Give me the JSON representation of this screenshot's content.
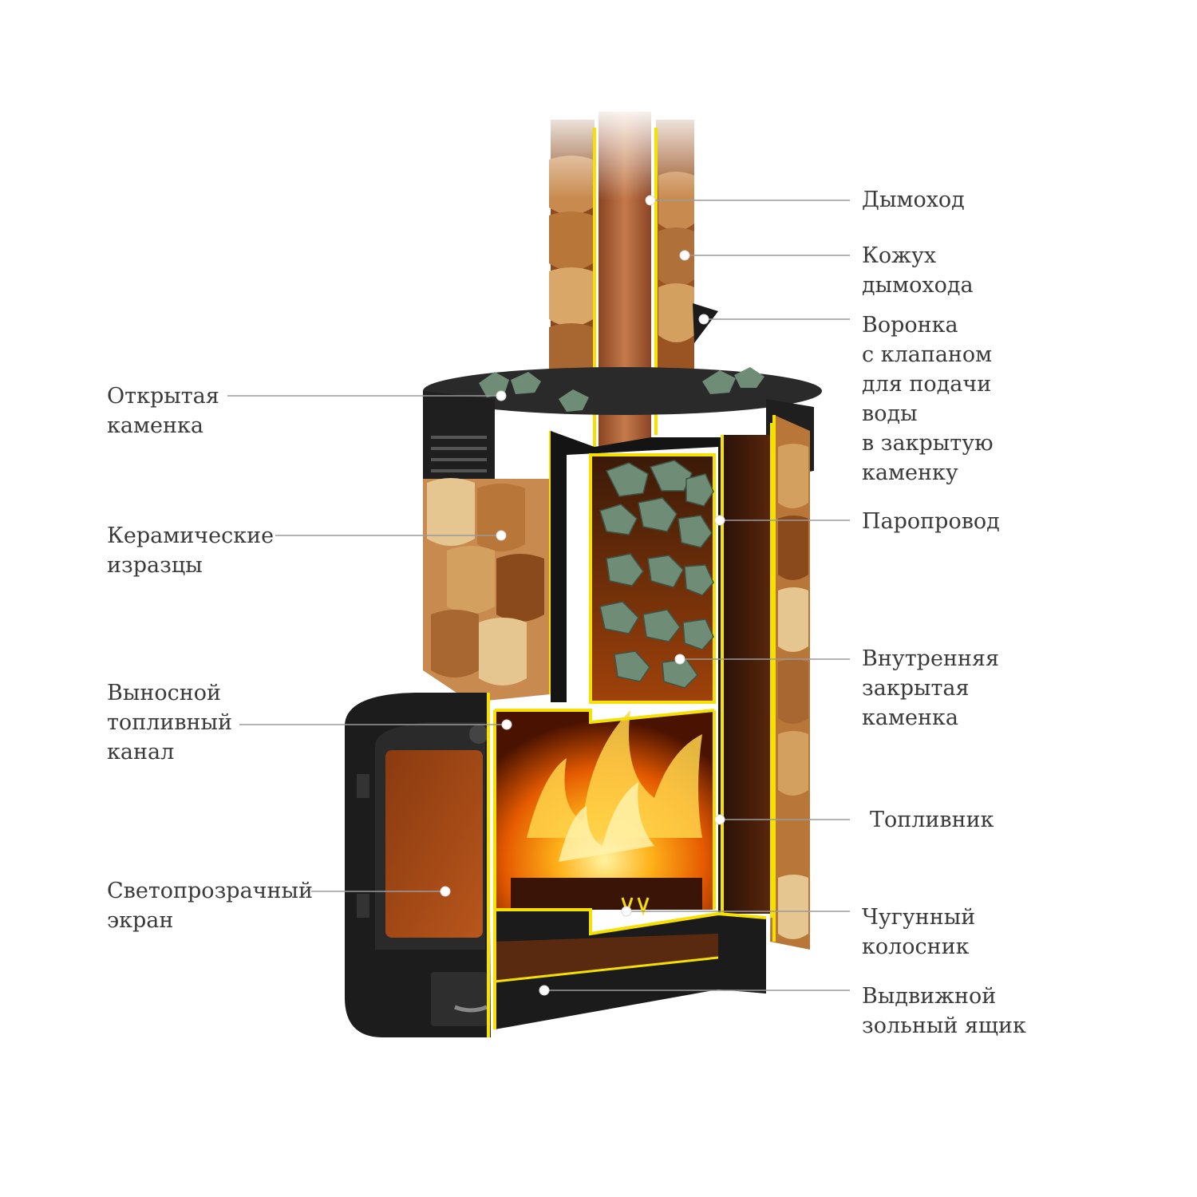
{
  "colors": {
    "outline": "#f5e000",
    "metal": "#1b1b1b",
    "tile_dark": "#8a4a1c",
    "tile_mid": "#c88a4e",
    "tile_light": "#e6c690",
    "stone": "#6f8c76",
    "fire": "#ff8a00",
    "flue": "#a35a2e",
    "leader": "#9a9a9a"
  },
  "labels_left": [
    {
      "id": "open-heater",
      "lines": [
        "Открытая",
        "каменка"
      ]
    },
    {
      "id": "ceramic-tiles",
      "lines": [
        "Керамические",
        "изразцы"
      ]
    },
    {
      "id": "fuel-channel",
      "lines": [
        "Выносной",
        "топливный",
        "канал"
      ]
    },
    {
      "id": "glass-screen",
      "lines": [
        "Светопрозрачный",
        "экран"
      ]
    }
  ],
  "labels_right": [
    {
      "id": "chimney",
      "lines": [
        "Дымоход"
      ]
    },
    {
      "id": "chimney-casing",
      "lines": [
        "Кожух",
        "дымохода"
      ]
    },
    {
      "id": "water-funnel",
      "lines": [
        "Воронка",
        "с клапаном",
        "для подачи",
        "воды",
        "в закрытую",
        "каменку"
      ]
    },
    {
      "id": "steam-duct",
      "lines": [
        "Паропровод"
      ]
    },
    {
      "id": "closed-heater",
      "lines": [
        "Внутренняя",
        "закрытая",
        "каменка"
      ]
    },
    {
      "id": "firebox",
      "lines": [
        "Топливник"
      ]
    },
    {
      "id": "grate",
      "lines": [
        "Чугунный",
        "колосник"
      ]
    },
    {
      "id": "ash-drawer",
      "lines": [
        "Выдвижной",
        "зольный ящик"
      ]
    }
  ]
}
